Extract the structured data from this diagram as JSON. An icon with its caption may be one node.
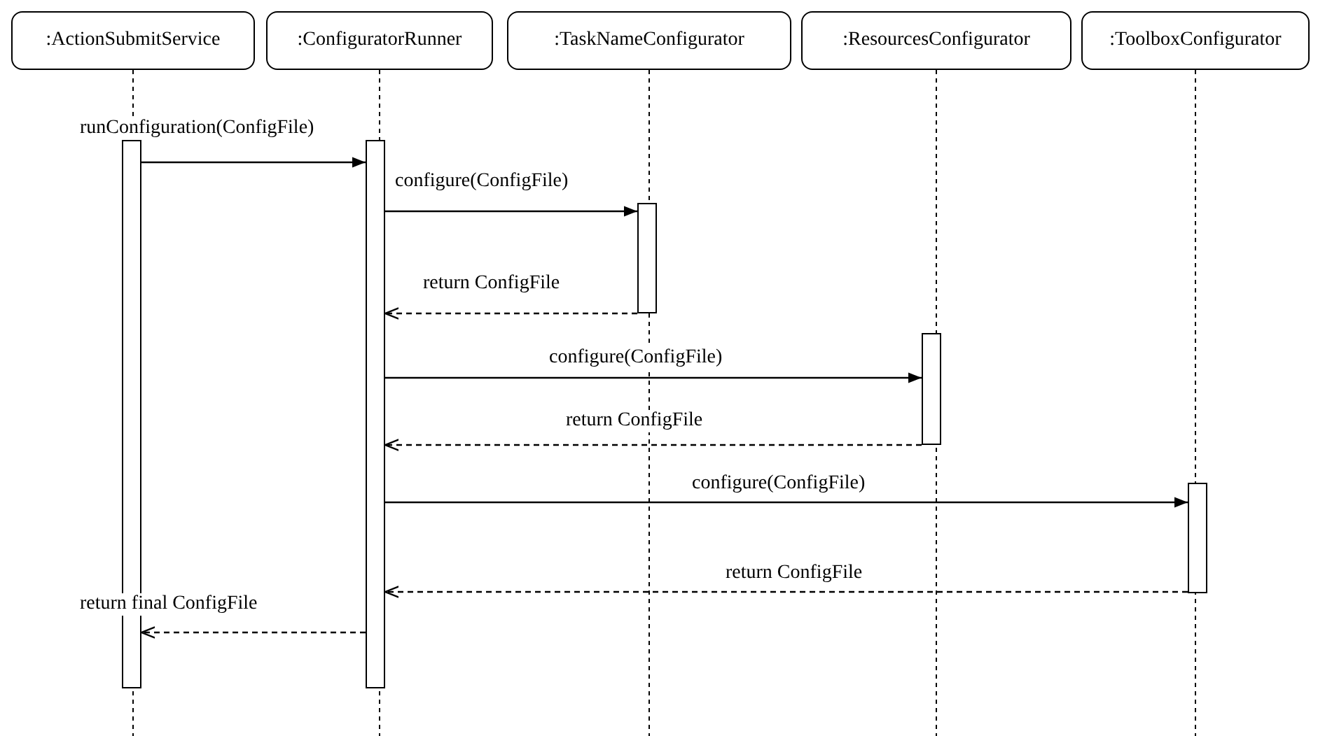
{
  "diagram": {
    "nodes": [
      {
        "text": [
          ":ActionSubmitService"
        ]
      },
      {
        "text": [
          ":ConfiguratorRunner"
        ]
      },
      {
        "text": [
          ":TaskNameConfigurator"
        ]
      },
      {
        "text": [
          ":ResourcesConfigurator"
        ]
      },
      {
        "text": [
          ":ToolboxConfigurator"
        ]
      },
      {
        "text": [],
        "shape": "bar"
      },
      {
        "text": [],
        "shape": "bar"
      },
      {
        "text": [],
        "shape": "bar"
      },
      {
        "text": [],
        "shape": "bar"
      },
      {
        "text": [],
        "shape": "bar"
      }
    ],
    "edges": [
      {
        "from": 5,
        "to": 6,
        "arrow": "to",
        "label": "runConfiguration(ConfigFile)"
      },
      {
        "from": 6,
        "to": 7,
        "arrow": "to",
        "label": "configure(ConfigFile)"
      },
      {
        "from": 7,
        "to": 6,
        "arrow": "to",
        "label": "return ConfigFile",
        "style": "dashed"
      },
      {
        "from": 6,
        "to": 8,
        "arrow": "to",
        "label": "configure(ConfigFile)"
      },
      {
        "from": 8,
        "to": 6,
        "arrow": "to",
        "label": "return ConfigFile",
        "style": "dashed"
      },
      {
        "from": 6,
        "to": 9,
        "arrow": "to",
        "label": "configure(ConfigFile)"
      },
      {
        "from": 9,
        "to": 6,
        "arrow": "to",
        "label": "return ConfigFile",
        "style": "dashed"
      },
      {
        "from": 6,
        "to": 5,
        "arrow": "to",
        "label": "return final ConfigFile",
        "style": "dashed"
      }
    ]
  }
}
